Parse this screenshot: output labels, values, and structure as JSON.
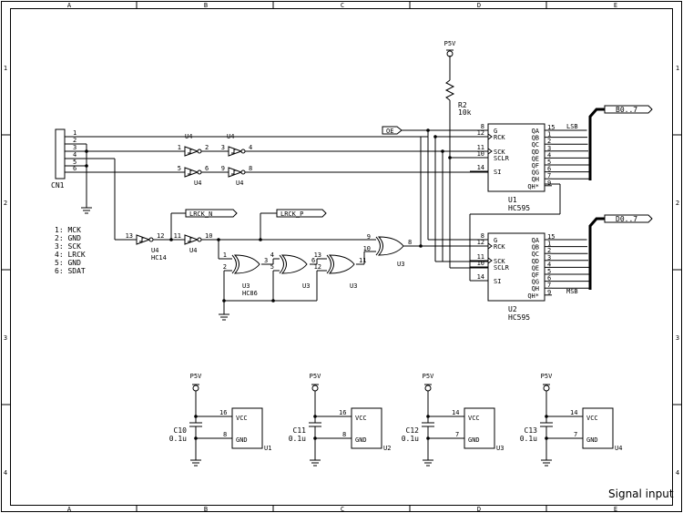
{
  "frame": {
    "columns": [
      "A",
      "B",
      "C",
      "D",
      "E"
    ],
    "rows": [
      "1",
      "2",
      "3",
      "4"
    ]
  },
  "title": "Signal input",
  "connector": {
    "ref": "CN1",
    "pins": [
      "1",
      "2",
      "3",
      "4",
      "5",
      "6"
    ],
    "legend": [
      "1: MCK",
      "2: GND",
      "3: SCK",
      "4: LRCK",
      "5: GND",
      "6: SDAT"
    ]
  },
  "power": {
    "p5v": "P5V",
    "resistor_ref": "R2",
    "resistor_value": "10k"
  },
  "nets": {
    "oe": "OE",
    "lrck_n": "LRCK_N",
    "lrck_p": "LRCK_P",
    "bus_lsb": "B0..7",
    "bus_msb": "D0..7",
    "lsb": "LSB",
    "msb": "MSB"
  },
  "inverters": [
    {
      "ref": "U4",
      "in": "1",
      "out": "2"
    },
    {
      "ref": "U4",
      "in": "3",
      "out": "4"
    },
    {
      "ref": "U4",
      "in": "5",
      "out": "6"
    },
    {
      "ref": "U4",
      "in": "9",
      "out": "8"
    },
    {
      "ref": "U4",
      "in": "13",
      "out": "12",
      "part": "HC14"
    },
    {
      "ref": "U4",
      "in": "11",
      "out": "10"
    }
  ],
  "xor_gates": [
    {
      "ref": "U3",
      "in": [
        "1",
        "2"
      ],
      "out": "3",
      "part": "HC86"
    },
    {
      "ref": "U3",
      "in": [
        "4",
        "5"
      ],
      "out": "6"
    },
    {
      "ref": "U3",
      "in": [
        "13",
        "12"
      ],
      "out": "11"
    },
    {
      "ref": "U3",
      "in": [
        "9",
        "10"
      ],
      "out": "8"
    }
  ],
  "shift_registers": [
    {
      "ref": "U1",
      "part": "HC595",
      "inputs": [
        {
          "pin": "8",
          "name": "G"
        },
        {
          "pin": "12",
          "name": "RCK"
        },
        {
          "pin": "11",
          "name": "SCK"
        },
        {
          "pin": "10",
          "name": "SCLR"
        },
        {
          "pin": "14",
          "name": "SI"
        }
      ],
      "outputs": [
        {
          "pin": "15",
          "name": "QA"
        },
        {
          "pin": "1",
          "name": "QB"
        },
        {
          "pin": "2",
          "name": "QC"
        },
        {
          "pin": "3",
          "name": "QD"
        },
        {
          "pin": "4",
          "name": "QE"
        },
        {
          "pin": "5",
          "name": "QF"
        },
        {
          "pin": "6",
          "name": "QG"
        },
        {
          "pin": "7",
          "name": "QH"
        },
        {
          "pin": "9",
          "name": "QH*"
        }
      ]
    },
    {
      "ref": "U2",
      "part": "HC595",
      "inputs": [
        {
          "pin": "8",
          "name": "G"
        },
        {
          "pin": "12",
          "name": "RCK"
        },
        {
          "pin": "11",
          "name": "SCK"
        },
        {
          "pin": "10",
          "name": "SCLR"
        },
        {
          "pin": "14",
          "name": "SI"
        }
      ],
      "outputs": [
        {
          "pin": "15",
          "name": "QA"
        },
        {
          "pin": "1",
          "name": "QB"
        },
        {
          "pin": "2",
          "name": "QC"
        },
        {
          "pin": "3",
          "name": "QD"
        },
        {
          "pin": "4",
          "name": "QE"
        },
        {
          "pin": "5",
          "name": "QF"
        },
        {
          "pin": "6",
          "name": "QG"
        },
        {
          "pin": "7",
          "name": "QH"
        },
        {
          "pin": "9",
          "name": "QH*"
        }
      ]
    }
  ],
  "decoupling": [
    {
      "cap": "C10",
      "value": "0.1u",
      "ic": "U1",
      "vcc_pin": "16",
      "gnd_pin": "8"
    },
    {
      "cap": "C11",
      "value": "0.1u",
      "ic": "U2",
      "vcc_pin": "16",
      "gnd_pin": "8"
    },
    {
      "cap": "C12",
      "value": "0.1u",
      "ic": "U3",
      "vcc_pin": "14",
      "gnd_pin": "7"
    },
    {
      "cap": "C13",
      "value": "0.1u",
      "ic": "U4",
      "vcc_pin": "14",
      "gnd_pin": "7"
    }
  ],
  "pin_names": {
    "vcc": "VCC",
    "gnd": "GND"
  }
}
